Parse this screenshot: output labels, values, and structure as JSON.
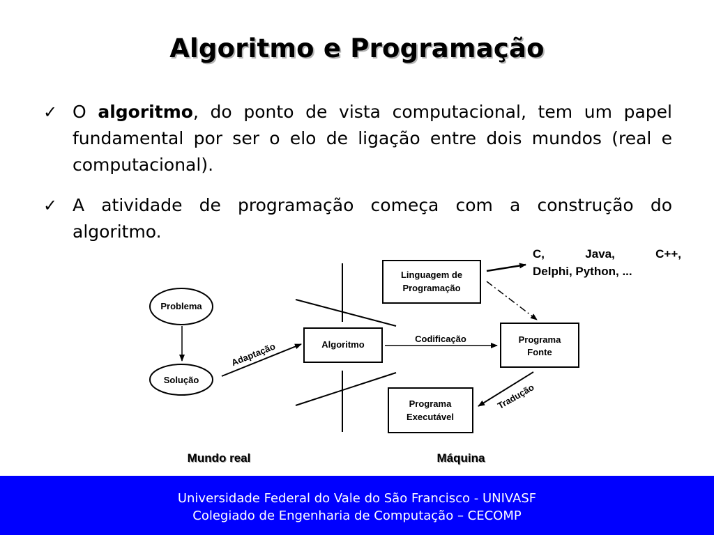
{
  "title": "Algoritmo e Programação",
  "bullets": [
    {
      "pre": "O ",
      "bold": "algoritmo",
      "post": ", do ponto de vista computacional, tem um papel fundamental por ser o elo de ligação entre dois mundos (real e computacional)."
    },
    {
      "text": "A atividade de programação começa com a construção do algoritmo."
    }
  ],
  "note": {
    "line1": [
      "C,",
      "Java,",
      "C++,"
    ],
    "line2": "Delphi, Python, ..."
  },
  "diagram": {
    "nodes": {
      "problema": "Problema",
      "solucao": "Solução",
      "algoritmo": "Algoritmo",
      "linguagem_1": "Linguagem de",
      "linguagem_2": "Programação",
      "fonte_1": "Programa",
      "fonte_2": "Fonte",
      "exec_1": "Programa",
      "exec_2": "Executável"
    },
    "edges": {
      "adaptacao": "Adaptação",
      "codificacao": "Codificação",
      "traducao": "Tradução"
    },
    "regions": {
      "mundo_real": "Mundo real",
      "maquina": "Máquina"
    }
  },
  "footer": {
    "line1": "Universidade Federal do Vale do São Francisco - UNIVASF",
    "line2": "Colegiado de Engenharia de Computação – CECOMP"
  },
  "colors": {
    "footer_bg": "#0000ff",
    "footer_text": "#ffffff"
  }
}
